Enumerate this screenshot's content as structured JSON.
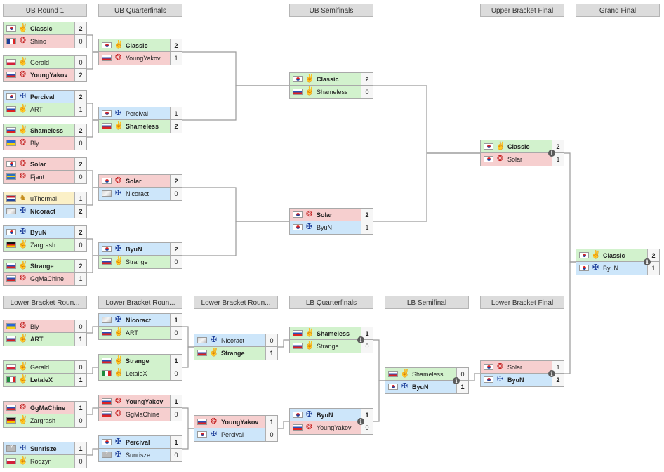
{
  "round_headers": [
    "UB Round 1",
    "UB Quarterfinals",
    "UB Semifinals",
    "Upper Bracket Final",
    "Grand Final",
    "Lower Bracket Roun...",
    "Lower Bracket Roun...",
    "Lower Bracket Roun...",
    "LB Quarterfinals",
    "LB Semifinal",
    "Lower Bracket Final"
  ],
  "race_colors": {
    "T": "#cde6fa",
    "Z": "#f6cfcf",
    "P": "#fbf0c7",
    "R": "#d2f2cd"
  },
  "matches": [
    {
      "id": "ubr1-1",
      "players": [
        {
          "name": "Classic",
          "score": "2",
          "race": "R",
          "flag": "kr",
          "winner": true
        },
        {
          "name": "Shino",
          "score": "0",
          "race": "Z",
          "flag": "fr",
          "winner": false
        }
      ]
    },
    {
      "id": "ubr1-2",
      "players": [
        {
          "name": "Gerald",
          "score": "0",
          "race": "R",
          "flag": "pl",
          "winner": false
        },
        {
          "name": "YoungYakov",
          "score": "2",
          "race": "Z",
          "flag": "ru",
          "winner": true
        }
      ]
    },
    {
      "id": "ubr1-3",
      "players": [
        {
          "name": "Percival",
          "score": "2",
          "race": "T",
          "flag": "kr",
          "winner": true
        },
        {
          "name": "ART",
          "score": "1",
          "race": "R",
          "flag": "ru",
          "winner": false
        }
      ]
    },
    {
      "id": "ubr1-4",
      "players": [
        {
          "name": "Shameless",
          "score": "2",
          "race": "R",
          "flag": "ru",
          "winner": true
        },
        {
          "name": "Bly",
          "score": "0",
          "race": "Z",
          "flag": "ua",
          "winner": false
        }
      ]
    },
    {
      "id": "ubr1-5",
      "players": [
        {
          "name": "Solar",
          "score": "2",
          "race": "Z",
          "flag": "kr",
          "winner": true
        },
        {
          "name": "Fjant",
          "score": "0",
          "race": "Z",
          "flag": "se",
          "winner": false
        }
      ]
    },
    {
      "id": "ubr1-6",
      "players": [
        {
          "name": "uThermal",
          "score": "1",
          "race": "P",
          "flag": "nl",
          "winner": false
        },
        {
          "name": "Nicoract",
          "score": "2",
          "race": "T",
          "flag": "xx",
          "winner": true
        }
      ]
    },
    {
      "id": "ubr1-7",
      "players": [
        {
          "name": "ByuN",
          "score": "2",
          "race": "T",
          "flag": "kr",
          "winner": true
        },
        {
          "name": "Zargrash",
          "score": "0",
          "race": "R",
          "flag": "de",
          "winner": false
        }
      ]
    },
    {
      "id": "ubr1-8",
      "players": [
        {
          "name": "Strange",
          "score": "2",
          "race": "R",
          "flag": "ru",
          "winner": true
        },
        {
          "name": "GgMaChine",
          "score": "1",
          "race": "Z",
          "flag": "ru",
          "winner": false
        }
      ]
    },
    {
      "id": "ubqf-1",
      "players": [
        {
          "name": "Classic",
          "score": "2",
          "race": "R",
          "flag": "kr",
          "winner": true
        },
        {
          "name": "YoungYakov",
          "score": "1",
          "race": "Z",
          "flag": "ru",
          "winner": false
        }
      ]
    },
    {
      "id": "ubqf-2",
      "players": [
        {
          "name": "Percival",
          "score": "1",
          "race": "T",
          "flag": "kr",
          "winner": false
        },
        {
          "name": "Shameless",
          "score": "2",
          "race": "R",
          "flag": "ru",
          "winner": true
        }
      ]
    },
    {
      "id": "ubqf-3",
      "players": [
        {
          "name": "Solar",
          "score": "2",
          "race": "Z",
          "flag": "kr",
          "winner": true
        },
        {
          "name": "Nicoract",
          "score": "0",
          "race": "T",
          "flag": "xx",
          "winner": false
        }
      ]
    },
    {
      "id": "ubqf-4",
      "players": [
        {
          "name": "ByuN",
          "score": "2",
          "race": "T",
          "flag": "kr",
          "winner": true
        },
        {
          "name": "Strange",
          "score": "0",
          "race": "R",
          "flag": "ru",
          "winner": false
        }
      ]
    },
    {
      "id": "ubsf-1",
      "players": [
        {
          "name": "Classic",
          "score": "2",
          "race": "R",
          "flag": "kr",
          "winner": true
        },
        {
          "name": "Shameless",
          "score": "0",
          "race": "R",
          "flag": "ru",
          "winner": false
        }
      ]
    },
    {
      "id": "ubsf-2",
      "players": [
        {
          "name": "Solar",
          "score": "2",
          "race": "Z",
          "flag": "kr",
          "winner": true
        },
        {
          "name": "ByuN",
          "score": "1",
          "race": "T",
          "flag": "kr",
          "winner": false
        }
      ]
    },
    {
      "id": "ubf",
      "players": [
        {
          "name": "Classic",
          "score": "2",
          "race": "R",
          "flag": "kr",
          "winner": true
        },
        {
          "name": "Solar",
          "score": "1",
          "race": "Z",
          "flag": "kr",
          "winner": false
        }
      ]
    },
    {
      "id": "gf",
      "players": [
        {
          "name": "Classic",
          "score": "2",
          "race": "R",
          "flag": "kr",
          "winner": true
        },
        {
          "name": "ByuN",
          "score": "1",
          "race": "T",
          "flag": "kr",
          "winner": false
        }
      ]
    },
    {
      "id": "lbr1-1",
      "players": [
        {
          "name": "Bly",
          "score": "0",
          "race": "Z",
          "flag": "ua",
          "winner": false
        },
        {
          "name": "ART",
          "score": "1",
          "race": "R",
          "flag": "ru",
          "winner": true
        }
      ]
    },
    {
      "id": "lbr1-2",
      "players": [
        {
          "name": "Gerald",
          "score": "0",
          "race": "R",
          "flag": "pl",
          "winner": false
        },
        {
          "name": "LetaleX",
          "score": "1",
          "race": "R",
          "flag": "it",
          "winner": true
        }
      ]
    },
    {
      "id": "lbr1-3",
      "players": [
        {
          "name": "GgMaChine",
          "score": "1",
          "race": "Z",
          "flag": "ru",
          "winner": true
        },
        {
          "name": "Zargrash",
          "score": "0",
          "race": "R",
          "flag": "de",
          "winner": false
        }
      ]
    },
    {
      "id": "lbr1-4",
      "players": [
        {
          "name": "Sunrisze",
          "score": "1",
          "race": "T",
          "flag": "unk",
          "winner": true
        },
        {
          "name": "Rodzyn",
          "score": "0",
          "race": "R",
          "flag": "pl",
          "winner": false
        }
      ]
    },
    {
      "id": "lbr2-1",
      "players": [
        {
          "name": "Nicoract",
          "score": "1",
          "race": "T",
          "flag": "xx",
          "winner": true
        },
        {
          "name": "ART",
          "score": "0",
          "race": "R",
          "flag": "ru",
          "winner": false
        }
      ]
    },
    {
      "id": "lbr2-2",
      "players": [
        {
          "name": "Strange",
          "score": "1",
          "race": "R",
          "flag": "ru",
          "winner": true
        },
        {
          "name": "LetaleX",
          "score": "0",
          "race": "R",
          "flag": "it",
          "winner": false
        }
      ]
    },
    {
      "id": "lbr2-3",
      "players": [
        {
          "name": "YoungYakov",
          "score": "1",
          "race": "Z",
          "flag": "ru",
          "winner": true
        },
        {
          "name": "GgMaChine",
          "score": "0",
          "race": "Z",
          "flag": "ru",
          "winner": false
        }
      ]
    },
    {
      "id": "lbr2-4",
      "players": [
        {
          "name": "Percival",
          "score": "1",
          "race": "T",
          "flag": "kr",
          "winner": true
        },
        {
          "name": "Sunrisze",
          "score": "0",
          "race": "T",
          "flag": "unk",
          "winner": false
        }
      ]
    },
    {
      "id": "lbr3-1",
      "players": [
        {
          "name": "Nicoract",
          "score": "0",
          "race": "T",
          "flag": "xx",
          "winner": false
        },
        {
          "name": "Strange",
          "score": "1",
          "race": "R",
          "flag": "ru",
          "winner": true
        }
      ]
    },
    {
      "id": "lbr3-2",
      "players": [
        {
          "name": "YoungYakov",
          "score": "1",
          "race": "Z",
          "flag": "ru",
          "winner": true
        },
        {
          "name": "Percival",
          "score": "0",
          "race": "T",
          "flag": "kr",
          "winner": false
        }
      ]
    },
    {
      "id": "lbqf-1",
      "players": [
        {
          "name": "Shameless",
          "score": "1",
          "race": "R",
          "flag": "ru",
          "winner": true
        },
        {
          "name": "Strange",
          "score": "0",
          "race": "R",
          "flag": "ru",
          "winner": false
        }
      ]
    },
    {
      "id": "lbqf-2",
      "players": [
        {
          "name": "ByuN",
          "score": "1",
          "race": "T",
          "flag": "kr",
          "winner": true
        },
        {
          "name": "YoungYakov",
          "score": "0",
          "race": "Z",
          "flag": "ru",
          "winner": false
        }
      ]
    },
    {
      "id": "lbsf",
      "players": [
        {
          "name": "Shameless",
          "score": "0",
          "race": "R",
          "flag": "ru",
          "winner": false
        },
        {
          "name": "ByuN",
          "score": "1",
          "race": "T",
          "flag": "kr",
          "winner": true
        }
      ]
    },
    {
      "id": "lbf",
      "players": [
        {
          "name": "Solar",
          "score": "1",
          "race": "Z",
          "flag": "kr",
          "winner": false
        },
        {
          "name": "ByuN",
          "score": "2",
          "race": "T",
          "flag": "kr",
          "winner": true
        }
      ]
    }
  ],
  "info_icon_label": "i"
}
